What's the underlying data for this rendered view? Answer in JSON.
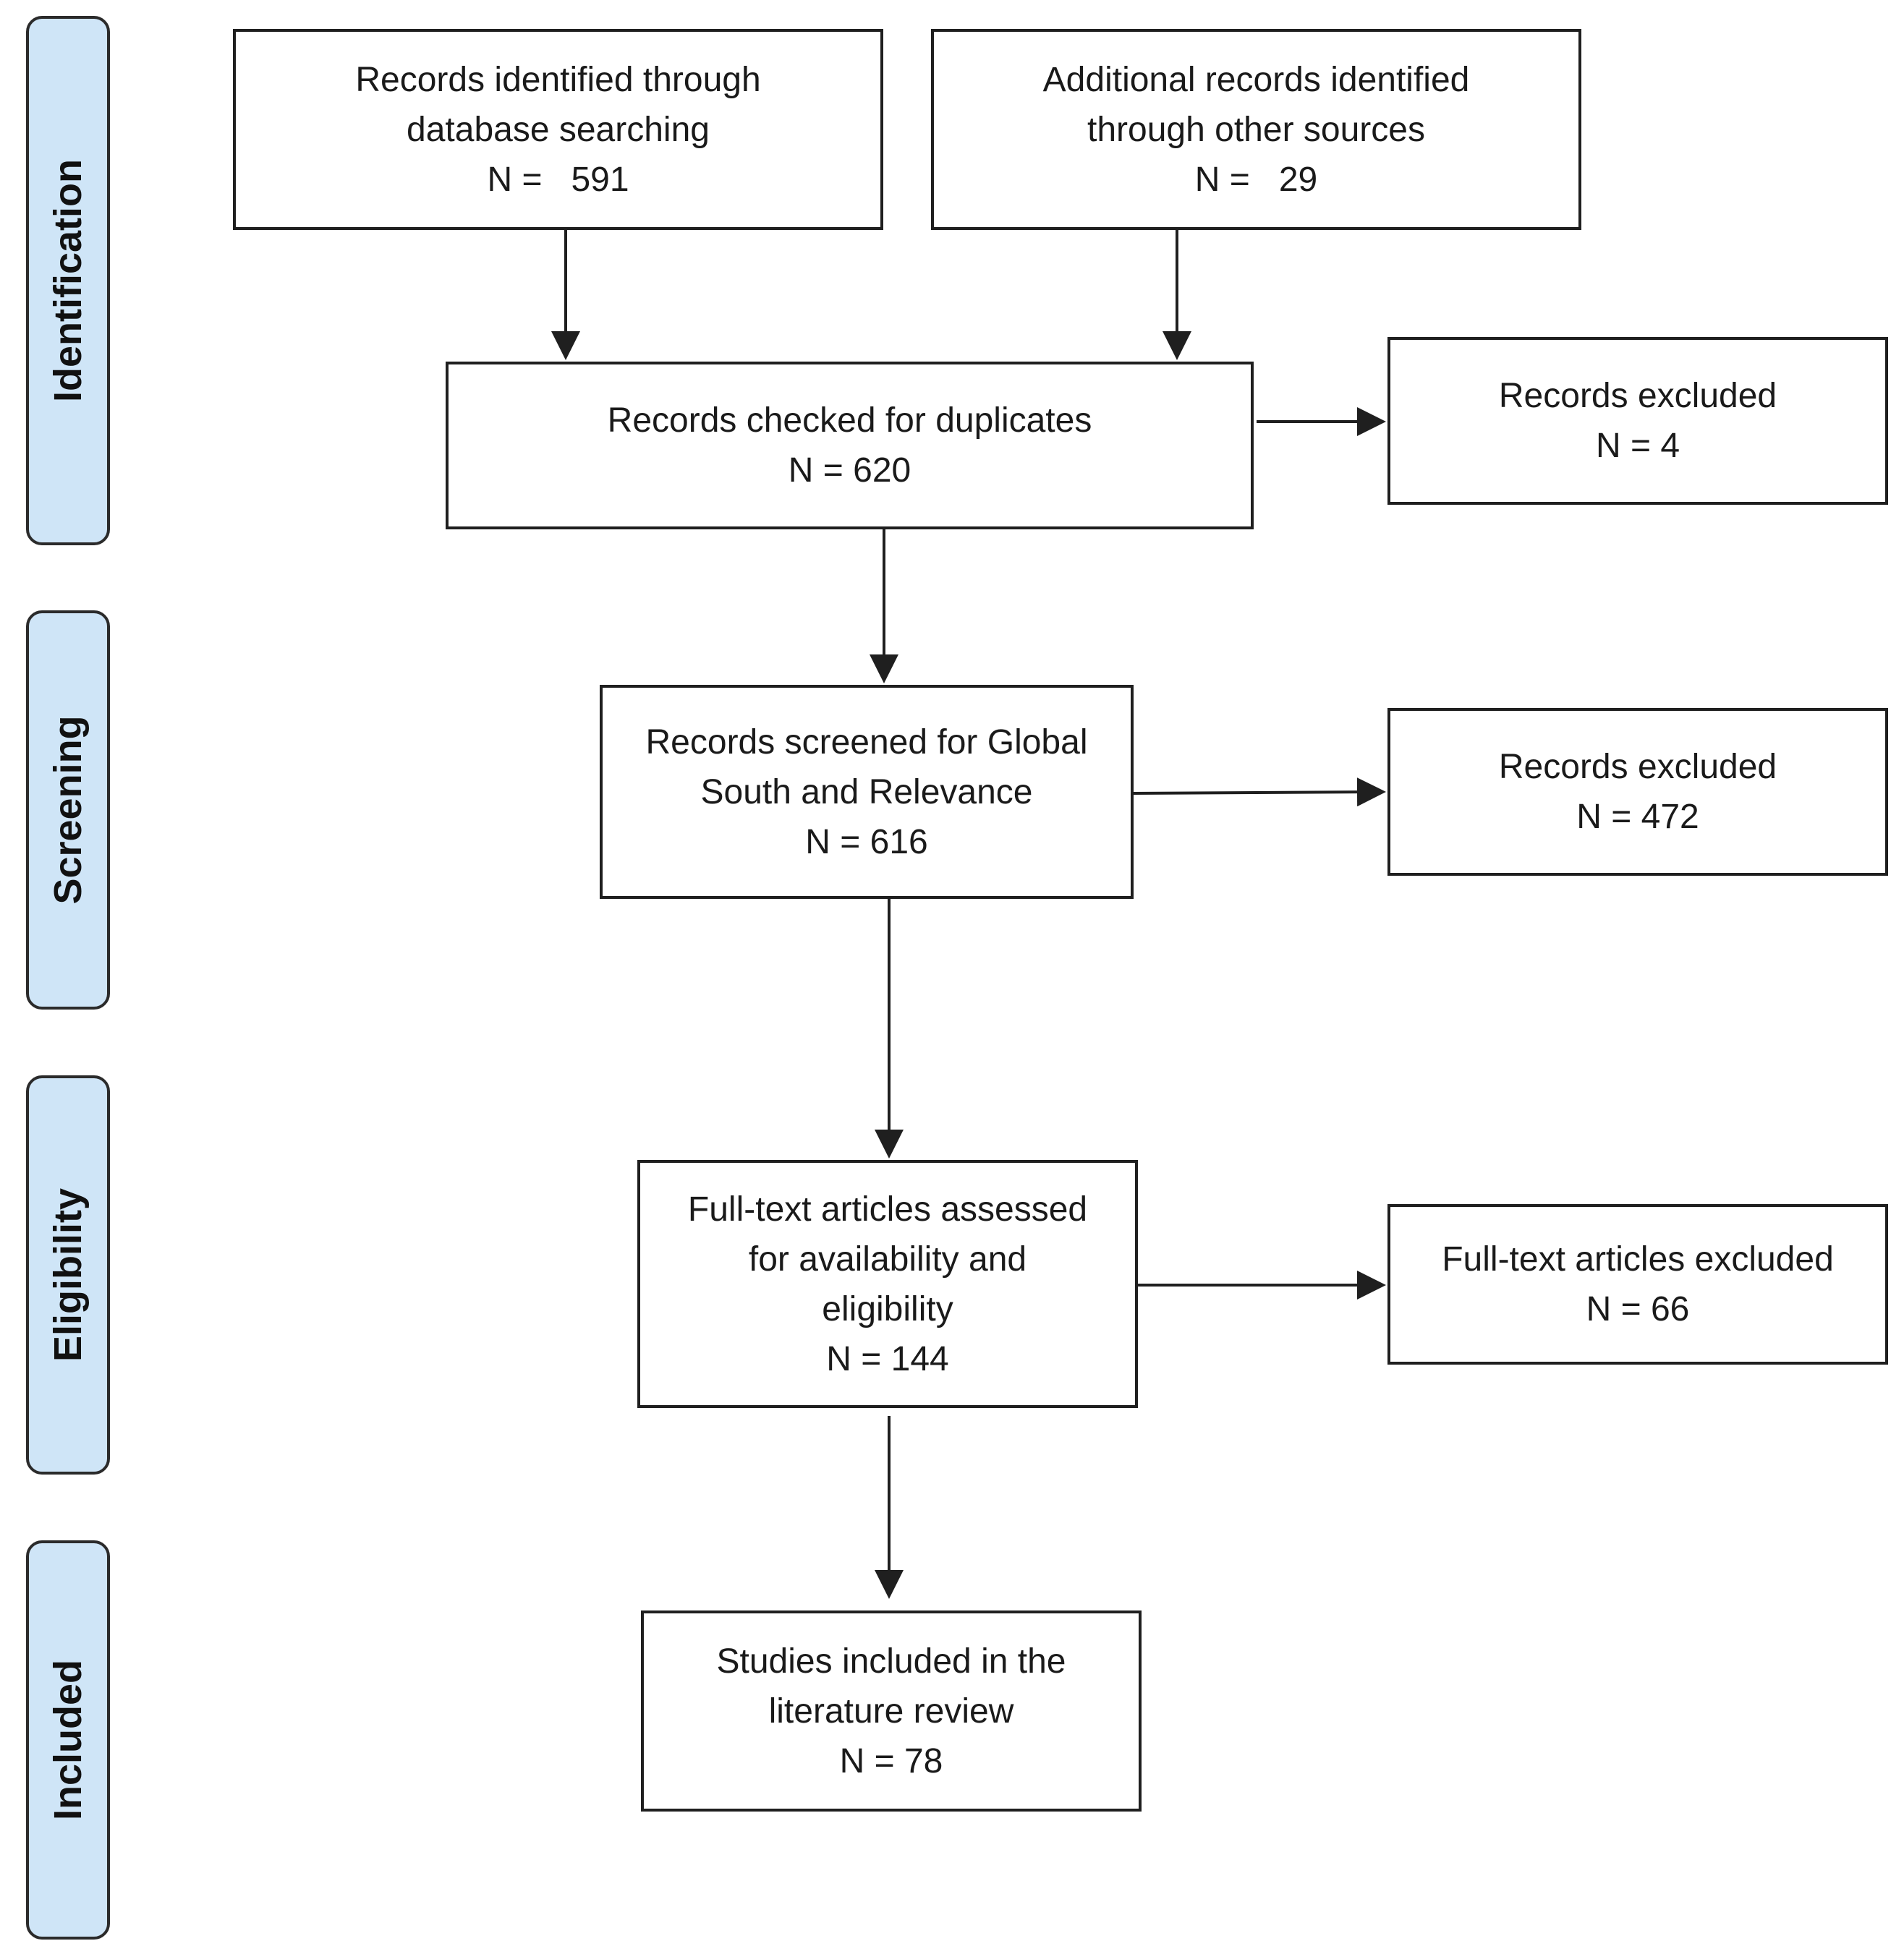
{
  "phases": {
    "identification": "Identification",
    "screening": "Screening",
    "eligibility": "Eligibility",
    "included": "Included"
  },
  "boxes": {
    "database_records": {
      "lines": [
        "Records identified through",
        "database searching",
        "N =   591"
      ]
    },
    "other_sources": {
      "lines": [
        "Additional records identified",
        "through other sources",
        "N =   29"
      ]
    },
    "duplicates_check": {
      "lines": [
        "Records checked for duplicates",
        "N = 620"
      ]
    },
    "excluded_duplicates": {
      "lines": [
        "Records excluded",
        "N = 4"
      ]
    },
    "screened": {
      "lines": [
        "Records screened for Global",
        "South and Relevance",
        "N = 616"
      ]
    },
    "excluded_screening": {
      "lines": [
        "Records excluded",
        "N = 472"
      ]
    },
    "fulltext_assessed": {
      "lines": [
        "Full-text articles assessed",
        "for availability and",
        "eligibility",
        "N = 144"
      ]
    },
    "fulltext_excluded": {
      "lines": [
        "Full-text articles excluded",
        "N = 66"
      ]
    },
    "included": {
      "lines": [
        "Studies included in the",
        "literature review",
        "N = 78"
      ]
    }
  },
  "colors": {
    "phase_fill": "#cfe5f7",
    "stroke": "#1f1f1f"
  }
}
